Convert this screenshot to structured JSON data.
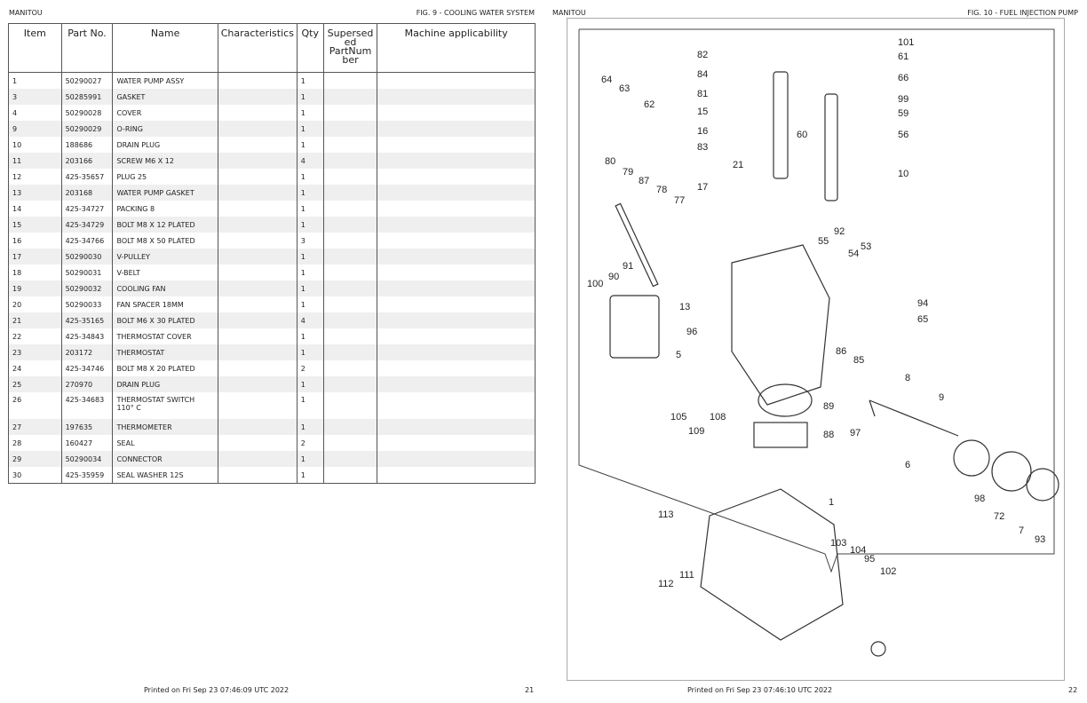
{
  "left": {
    "brand": "MANITOU",
    "fig_title": "FIG. 9 - COOLING WATER SYSTEM",
    "columns": [
      "Item",
      "Part No.",
      "Name",
      "Characteristics",
      "Qty",
      "Supersed ed PartNum ber",
      "Machine applicability"
    ],
    "rows": [
      {
        "item": "1",
        "part": "50290027",
        "name": "WATER PUMP ASSY",
        "qty": "1"
      },
      {
        "item": "3",
        "part": "50285991",
        "name": "GASKET",
        "qty": "1"
      },
      {
        "item": "4",
        "part": "50290028",
        "name": "COVER",
        "qty": "1"
      },
      {
        "item": "9",
        "part": "50290029",
        "name": "O-RING",
        "qty": "1"
      },
      {
        "item": "10",
        "part": "188686",
        "name": "DRAIN PLUG",
        "qty": "1"
      },
      {
        "item": "11",
        "part": "203166",
        "name": "SCREW M6 X 12",
        "qty": "4"
      },
      {
        "item": "12",
        "part": "425-35657",
        "name": "PLUG 25",
        "qty": "1"
      },
      {
        "item": "13",
        "part": "203168",
        "name": "WATER PUMP GASKET",
        "qty": "1"
      },
      {
        "item": "14",
        "part": "425-34727",
        "name": "PACKING 8",
        "qty": "1"
      },
      {
        "item": "15",
        "part": "425-34729",
        "name": "BOLT M8 X 12 PLATED",
        "qty": "1"
      },
      {
        "item": "16",
        "part": "425-34766",
        "name": "BOLT M8 X 50 PLATED",
        "qty": "3"
      },
      {
        "item": "17",
        "part": "50290030",
        "name": "V-PULLEY",
        "qty": "1"
      },
      {
        "item": "18",
        "part": "50290031",
        "name": "V-BELT",
        "qty": "1"
      },
      {
        "item": "19",
        "part": "50290032",
        "name": "COOLING FAN",
        "qty": "1"
      },
      {
        "item": "20",
        "part": "50290033",
        "name": "FAN SPACER 18MM",
        "qty": "1"
      },
      {
        "item": "21",
        "part": "425-35165",
        "name": "BOLT M6 X 30 PLATED",
        "qty": "4"
      },
      {
        "item": "22",
        "part": "425-34843",
        "name": "THERMOSTAT COVER",
        "qty": "1"
      },
      {
        "item": "23",
        "part": "203172",
        "name": "THERMOSTAT",
        "qty": "1"
      },
      {
        "item": "24",
        "part": "425-34746",
        "name": "BOLT M8 X 20 PLATED",
        "qty": "2"
      },
      {
        "item": "25",
        "part": "270970",
        "name": "DRAIN PLUG",
        "qty": "1"
      },
      {
        "item": "26",
        "part": "425-34683",
        "name": "THERMOSTAT SWITCH 110° C",
        "qty": "1"
      },
      {
        "item": "27",
        "part": "197635",
        "name": "THERMOMETER",
        "qty": "1"
      },
      {
        "item": "28",
        "part": "160427",
        "name": "SEAL",
        "qty": "2"
      },
      {
        "item": "29",
        "part": "50290034",
        "name": "CONNECTOR",
        "qty": "1"
      },
      {
        "item": "30",
        "part": "425-35959",
        "name": "SEAL WASHER 12S",
        "qty": "1"
      }
    ],
    "printed": "Printed on  Fri Sep 23 07:46:09 UTC 2022",
    "page": "21"
  },
  "right": {
    "brand": "MANITOU",
    "fig_title": "FIG. 10 - FUEL INJECTION PUMP",
    "printed": "Printed on  Fri Sep 23 07:46:10 UTC 2022",
    "page": "22",
    "callouts": [
      "101",
      "61",
      "66",
      "99",
      "59",
      "56",
      "10",
      "82",
      "84",
      "81",
      "15",
      "16",
      "83",
      "21",
      "17",
      "64",
      "63",
      "62",
      "80",
      "79",
      "87",
      "78",
      "77",
      "90",
      "91",
      "100",
      "55",
      "92",
      "54",
      "53",
      "13",
      "94",
      "65",
      "96",
      "86",
      "85",
      "5",
      "8",
      "9",
      "105",
      "108",
      "109",
      "89",
      "88",
      "97",
      "6",
      "98",
      "72",
      "7",
      "93",
      "113",
      "112",
      "111",
      "103",
      "104",
      "95",
      "102",
      "60",
      "1"
    ]
  }
}
